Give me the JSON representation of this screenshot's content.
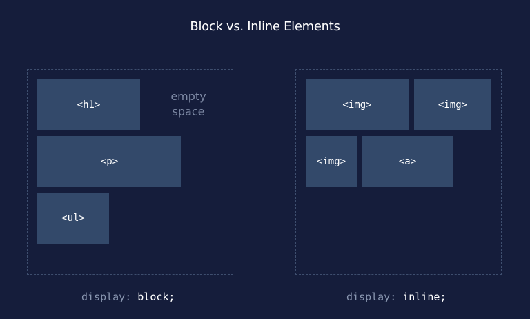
{
  "title": "Block vs. Inline Elements",
  "block_panel": {
    "elements": [
      "<h1>",
      "<p>",
      "<ul>"
    ],
    "empty_space_line1": "empty",
    "empty_space_line2": "space",
    "caption_property": "display:",
    "caption_value": "block;"
  },
  "inline_panel": {
    "elements": [
      "<img>",
      "<img>",
      "<img>",
      "<a>"
    ],
    "caption_property": "display:",
    "caption_value": "inline;"
  },
  "colors": {
    "background": "#151d3b",
    "box": "#33496a",
    "dashed_border": "#3e4e6e",
    "muted_text": "#7e8aa5"
  }
}
